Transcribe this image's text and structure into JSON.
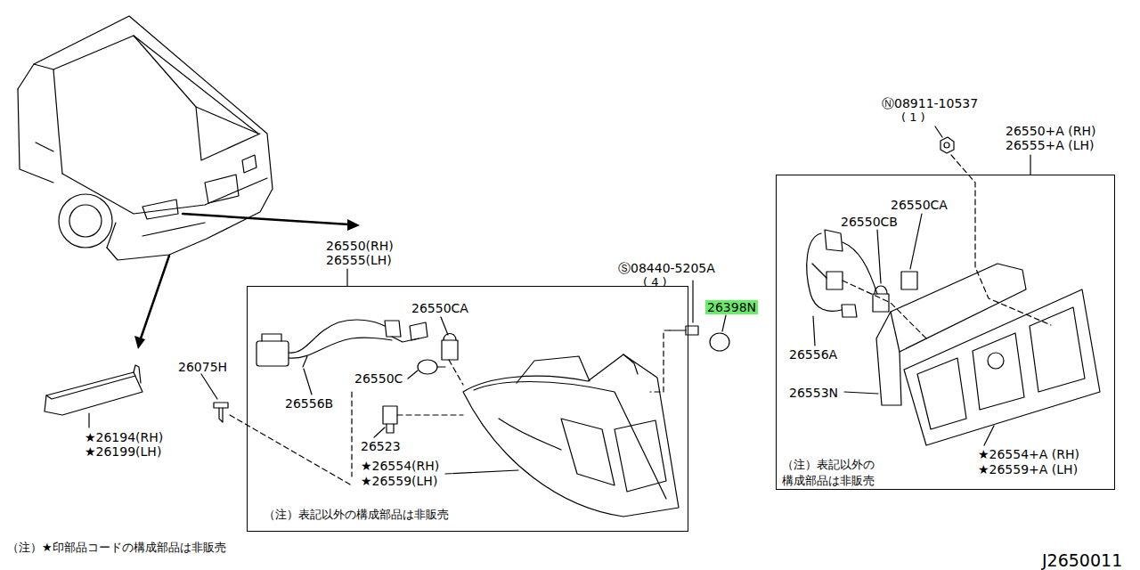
{
  "diagram": {
    "nodes": [
      {
        "text": [
          "26550(RH) 26555(LH)",
          "（注）表記以外の構成部品は非販売"
        ]
      },
      {
        "text": [
          "26550+A (RH) 26555+A (LH)",
          "（注）表記以外の 構成部品は非販売"
        ]
      }
    ],
    "labels": [
      "Ⓝ08911-10537",
      "( 1 )",
      "26550CA",
      "26550CB",
      "26556A",
      "26553N",
      "★26554+A (RH)",
      "★26559+A (LH)",
      "Ⓢ08440-5205A",
      "( 4 )",
      "26398N",
      "26550CA",
      "26550C",
      "26556B",
      "26523",
      "★26554(RH)",
      "★26559(LH)",
      "26075H",
      "★26194(RH)",
      "★26199(LH)",
      "（注）★印部品コードの構成部品は非販売",
      "J2650011"
    ]
  }
}
